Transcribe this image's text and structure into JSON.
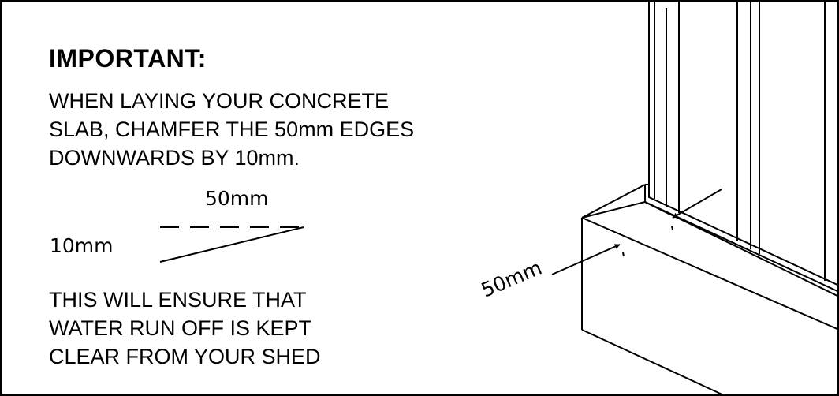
{
  "note": {
    "heading": "IMPORTANT:",
    "instruction_lines": [
      "WHEN LAYING YOUR CONCRETE",
      "SLAB, CHAMFER THE 50mm EDGES",
      "DOWNWARDS BY 10mm."
    ],
    "result_lines": [
      "THIS WILL ENSURE THAT",
      "WATER RUN OFF IS KEPT",
      "CLEAR FROM YOUR SHED"
    ]
  },
  "chamfer_detail": {
    "width_label": "50mm",
    "drop_label": "10mm"
  },
  "slab_drawing": {
    "edge_label": "50mm"
  }
}
